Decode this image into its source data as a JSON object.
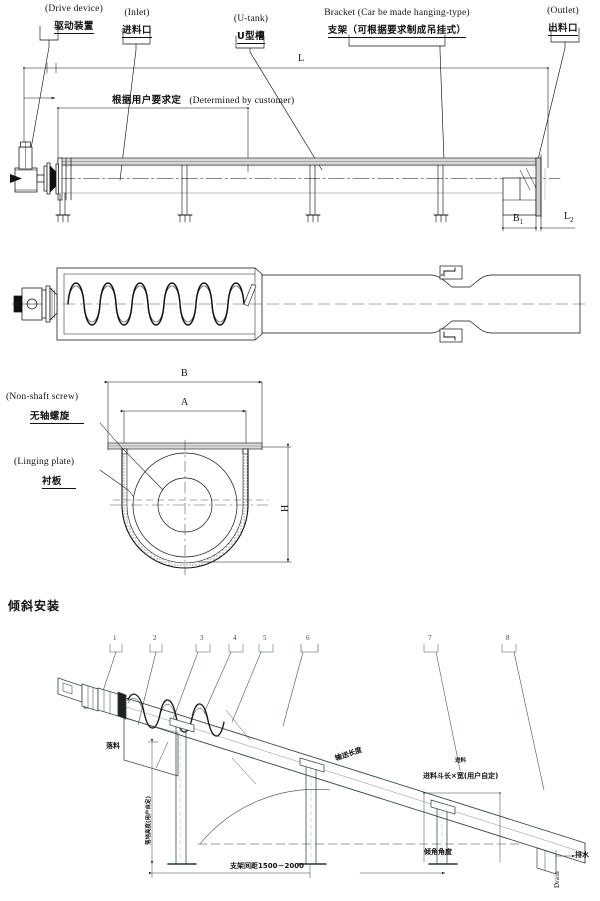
{
  "drawing": {
    "title_section": "倾斜安装",
    "callout_labels": {
      "drive_en": "(Drive device)",
      "drive_cn": "驱动装置",
      "inlet_en": "(Inlet)",
      "inlet_cn": "进料口",
      "utank_en": "(U-tank)",
      "utank_cn": "U型槽",
      "bracket_en": "Bracket (Car be made hanging-type)",
      "bracket_cn": "支架（可根据要求制成吊挂式）",
      "outlet_en": "(Outlet)",
      "outlet_cn": "出料口",
      "screw_en": "(Non-shaft screw)",
      "screw_cn": "无轴螺旋",
      "liner_en": "(Linging plate)",
      "liner_cn": "衬板"
    },
    "dimensions": {
      "overall_length": "L",
      "customer_cn": "根据用户要求定",
      "customer_en": "(Determined by customer)",
      "b1": "B",
      "b1_sub": "1",
      "l2": "L",
      "l2_sub": "2",
      "width_b": "B",
      "width_a": "A",
      "height_h": "H"
    },
    "inclined": {
      "conveying_length_cn": "输送长度",
      "hopper_cn": "进料斗长×宽(用户自定)",
      "hopper_small_cn": "进料",
      "discharge_cn": "落料",
      "ground_height_cn": "落地高度(用户自定)",
      "bracket_pitch_cn": "支架间距1500－2000",
      "angle_cn": "倾角角度",
      "drain_cn": "排水",
      "drain_en": "Drain",
      "callouts": [
        "1",
        "2",
        "3",
        "4",
        "5",
        "6",
        "7",
        "8"
      ]
    },
    "colors": {
      "line": "#111111",
      "thin": "#5a5a5a",
      "hatch": "#1a1a1a",
      "inclined_line": "#3b5a4a",
      "paper": "#ffffff"
    }
  }
}
